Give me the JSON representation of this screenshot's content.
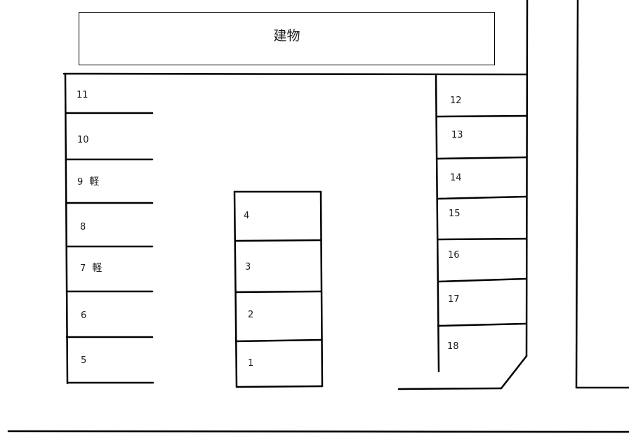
{
  "building": {
    "label": "建物"
  },
  "stalls": {
    "s1": {
      "number": "1"
    },
    "s2": {
      "number": "2"
    },
    "s3": {
      "number": "3"
    },
    "s4": {
      "number": "4"
    },
    "s5": {
      "number": "5"
    },
    "s6": {
      "number": "6"
    },
    "s7": {
      "number": "7",
      "note": "軽"
    },
    "s8": {
      "number": "8"
    },
    "s9": {
      "number": "9",
      "note": "軽"
    },
    "s10": {
      "number": "10"
    },
    "s11": {
      "number": "11"
    },
    "s12": {
      "number": "12"
    },
    "s13": {
      "number": "13"
    },
    "s14": {
      "number": "14"
    },
    "s15": {
      "number": "15"
    },
    "s16": {
      "number": "16"
    },
    "s17": {
      "number": "17"
    },
    "s18": {
      "number": "18"
    }
  }
}
